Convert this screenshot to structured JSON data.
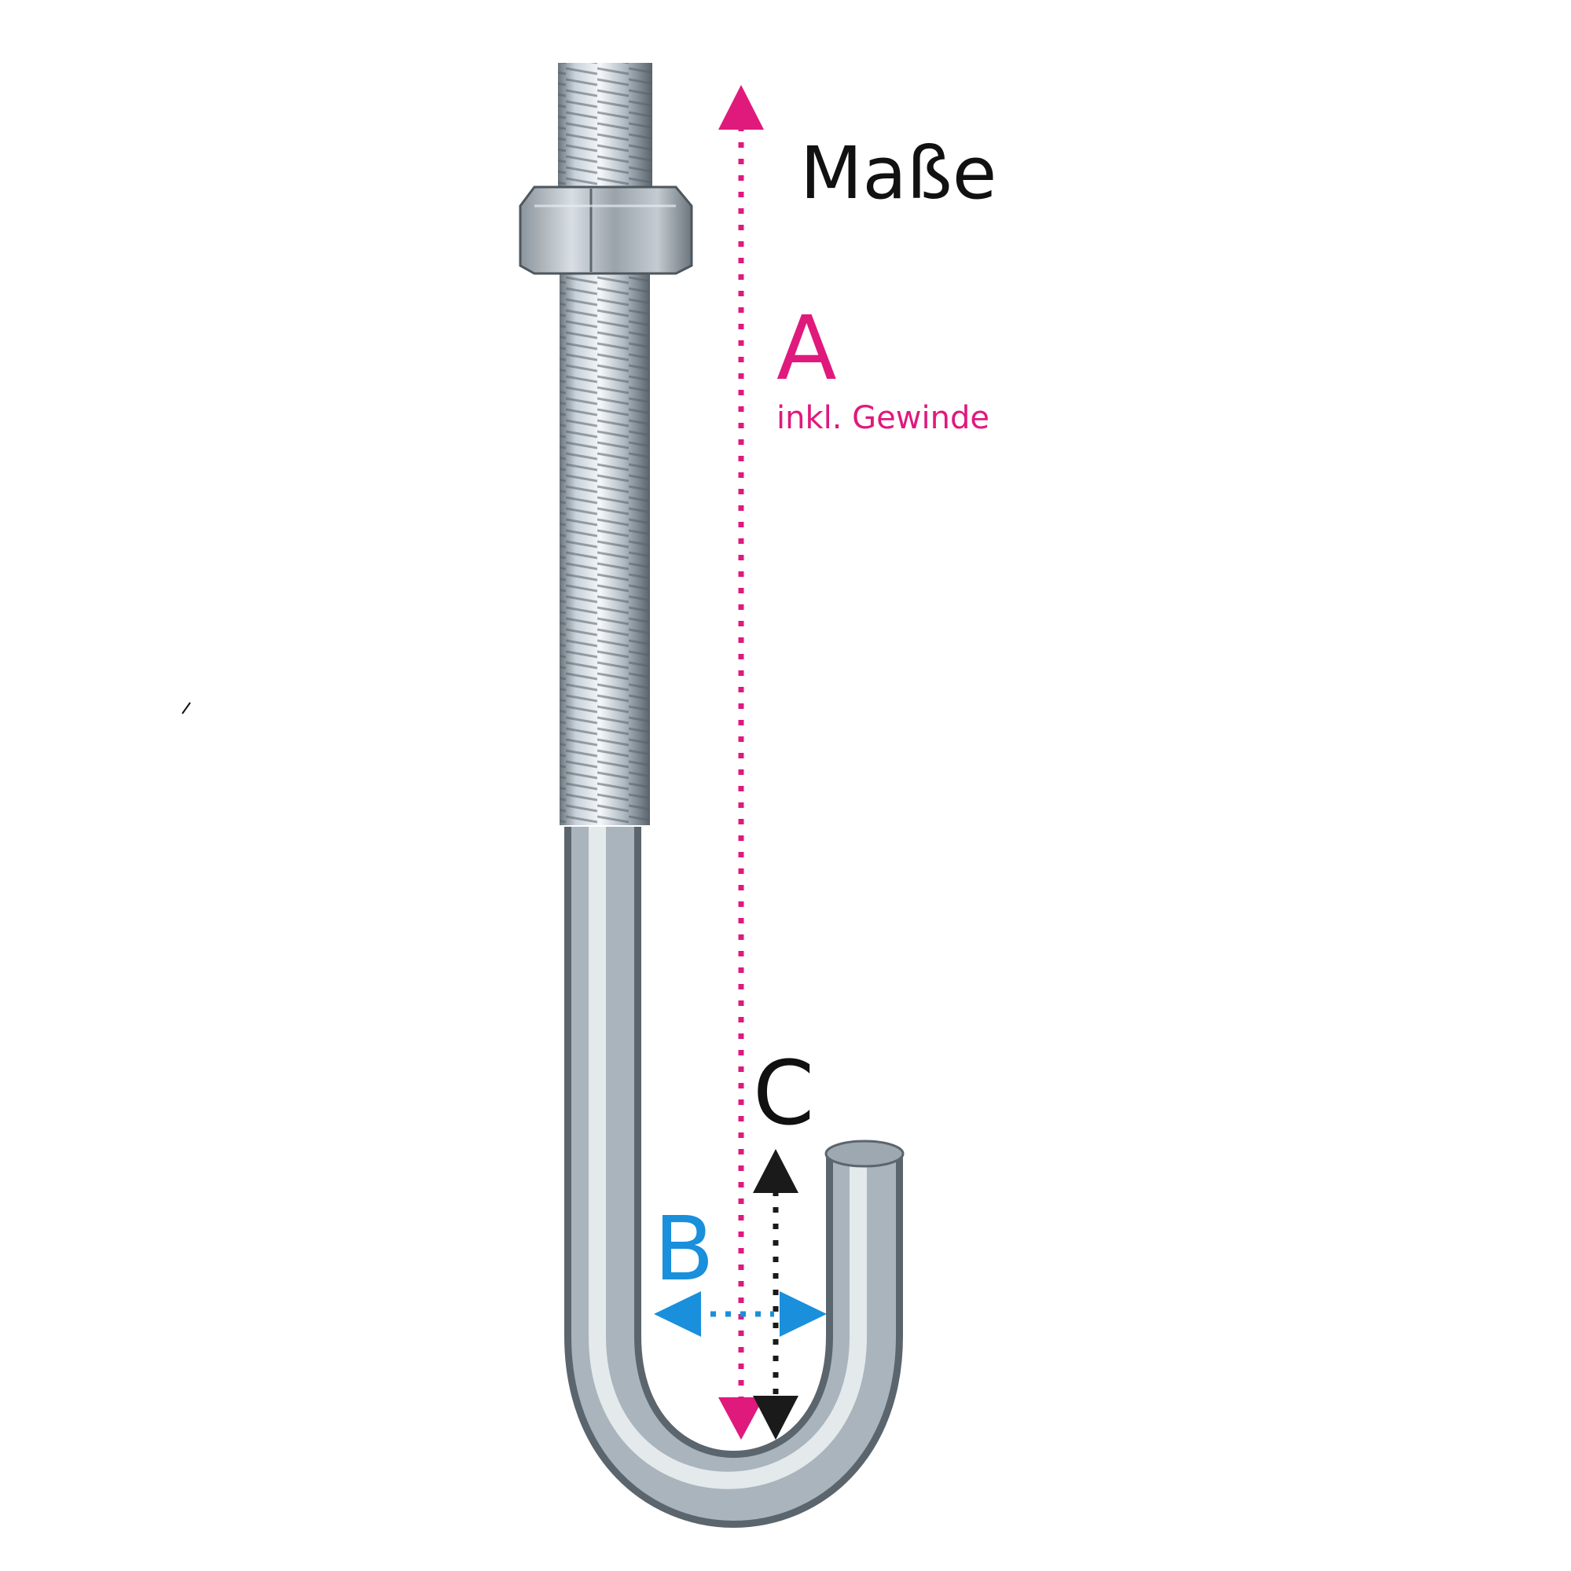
{
  "title": "Maße",
  "dimensions": {
    "a": {
      "letter": "A",
      "note": "inkl. Gewinde"
    },
    "b": {
      "letter": "B"
    },
    "c": {
      "letter": "C"
    }
  },
  "colors": {
    "background": "#ffffff",
    "dimension_a": "#e0197d",
    "dimension_b": "#1a8fdc",
    "dimension_c": "#1a1a1a",
    "title_text": "#111111",
    "steel_light": "#e9eef2",
    "steel_mid": "#a9b4bd",
    "steel_dark": "#5b656d"
  },
  "object": {
    "name": "J-bolt with hex nut"
  }
}
